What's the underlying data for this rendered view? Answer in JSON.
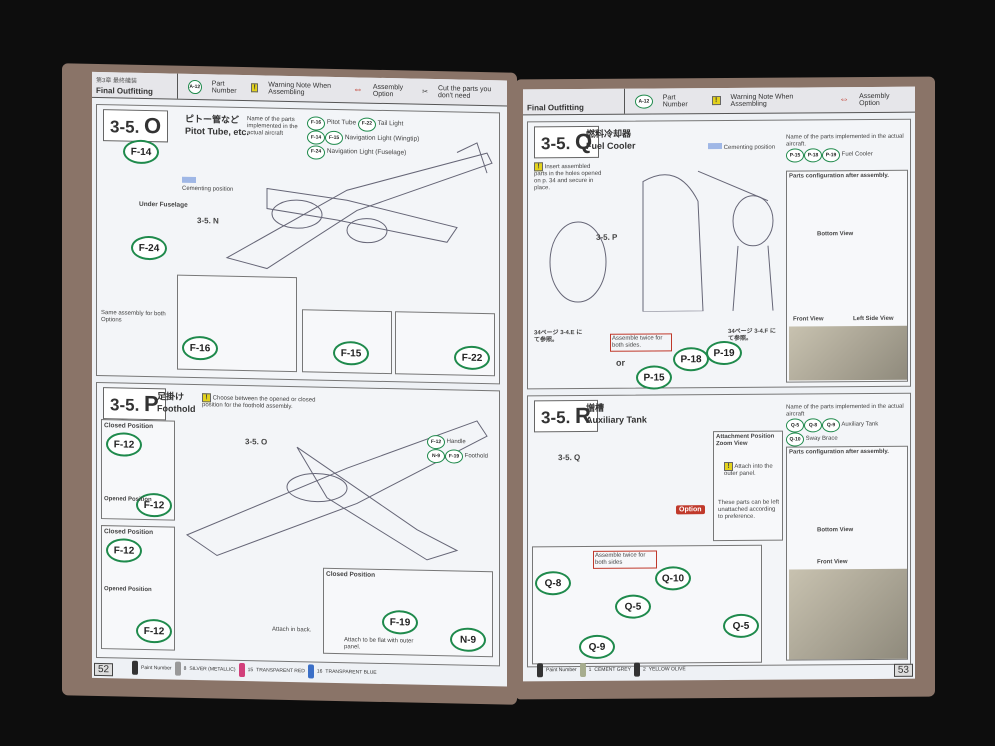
{
  "legend": {
    "chapter_jp": "第3章 最終艤装",
    "chapter": "Final Outfitting",
    "part_example": "A-12",
    "part_number": "Part Number",
    "warning": "Warning Note When Assembling",
    "assembly_option": "Assembly Option",
    "cut": "Cut the parts you don't need"
  },
  "left_page": {
    "page_number": "52",
    "section_o": {
      "code": "3-5.",
      "letter": "O",
      "title_jp": "ピトー管など",
      "title": "Pitot Tube, etc.",
      "names_header": "Name of the parts implemented in the actual aircraft",
      "parts": [
        {
          "ids": [
            "F-16"
          ],
          "label": "Pitot Tube"
        },
        {
          "ids": [
            "F-22"
          ],
          "label": "Tail Light"
        },
        {
          "ids": [
            "F-14",
            "F-15"
          ],
          "label": "Navigation Light (Wingtip)"
        },
        {
          "ids": [
            "F-24"
          ],
          "label": "Navigation Light (Fuselage)"
        }
      ],
      "cementing": "Cementing position",
      "under_fuselage": "Under Fuselage",
      "same_assembly": "Same assembly for both Options",
      "ref": "3-5. N",
      "callouts": [
        "F-14",
        "F-24",
        "F-16",
        "F-15",
        "F-22"
      ]
    },
    "section_p": {
      "code": "3-5.",
      "letter": "P",
      "title_jp": "足掛け",
      "title": "Foothold",
      "note": "Choose between the opened or closed position for the foothold assembly.",
      "closed": "Closed Position",
      "opened": "Opened Position",
      "ref": "3-5. O",
      "attach": "Attach in back.",
      "flat": "Attach to be flat with outer panel.",
      "parts": [
        {
          "ids": [
            "F-12"
          ],
          "label": "Handle"
        },
        {
          "ids": [
            "N-9",
            "F-19"
          ],
          "label": "Foothold"
        }
      ],
      "callouts": [
        "F-12",
        "F-12",
        "F-12",
        "F-12",
        "F-19",
        "N-9"
      ]
    },
    "paints": [
      {
        "no": "8",
        "name": "SILVER (METALLIC)"
      },
      {
        "no": "15",
        "name": "TRANSPARENT RED"
      },
      {
        "no": "16",
        "name": "TRANSPARENT BLUE"
      }
    ],
    "paint_label": "Paint Number"
  },
  "right_page": {
    "page_number": "53",
    "section_q": {
      "code": "3-5.",
      "letter": "Q",
      "title_jp": "燃料冷却器",
      "title": "Fuel Cooler",
      "note": "Insert assembled parts in the holes opened on p. 34 and secure in place.",
      "parts": [
        "P-15",
        "P-18",
        "P-19"
      ],
      "parts_label": "Fuel Cooler",
      "names_header": "Name of the parts implemented in the actual aircraft.",
      "config": "Parts configuration after assembly.",
      "bottom": "Bottom View",
      "front": "Front View",
      "left": "Left Side View",
      "ref34a": "34ページ 3-4.E にて参照。",
      "ref34b": "34ページ 3-4.F にて参照。",
      "twice": "Assemble twice for both sides.",
      "ref": "3-5. P",
      "callouts": [
        "P-18",
        "P-19",
        "P-15"
      ],
      "or": "or"
    },
    "section_r": {
      "code": "3-5.",
      "letter": "R",
      "title_jp": "増槽",
      "title": "Auxiliary Tank",
      "parts": [
        {
          "ids": [
            "Q-5",
            "Q-8",
            "Q-9"
          ],
          "label": "Auxiliary Tank"
        },
        {
          "ids": [
            "Q-10"
          ],
          "label": "Sway Brace"
        }
      ],
      "zoom": "Attachment Position Zoom View",
      "attach": "Attach into the outer panel.",
      "option": "Option",
      "optional": "These parts can be left unattached according to preference.",
      "twice": "Assemble twice for both sides",
      "ref": "3-5. Q",
      "bottom": "Bottom View",
      "front": "Front View",
      "config": "Parts configuration after assembly.",
      "callouts": [
        "Q-8",
        "Q-10",
        "Q-5",
        "Q-9",
        "Q-5"
      ]
    },
    "paints": [
      {
        "no": "1",
        "name": "CEMENT GREY"
      },
      {
        "no": "2",
        "name": "YELLOW OLIVE"
      }
    ],
    "paint_label": "Paint Number"
  }
}
